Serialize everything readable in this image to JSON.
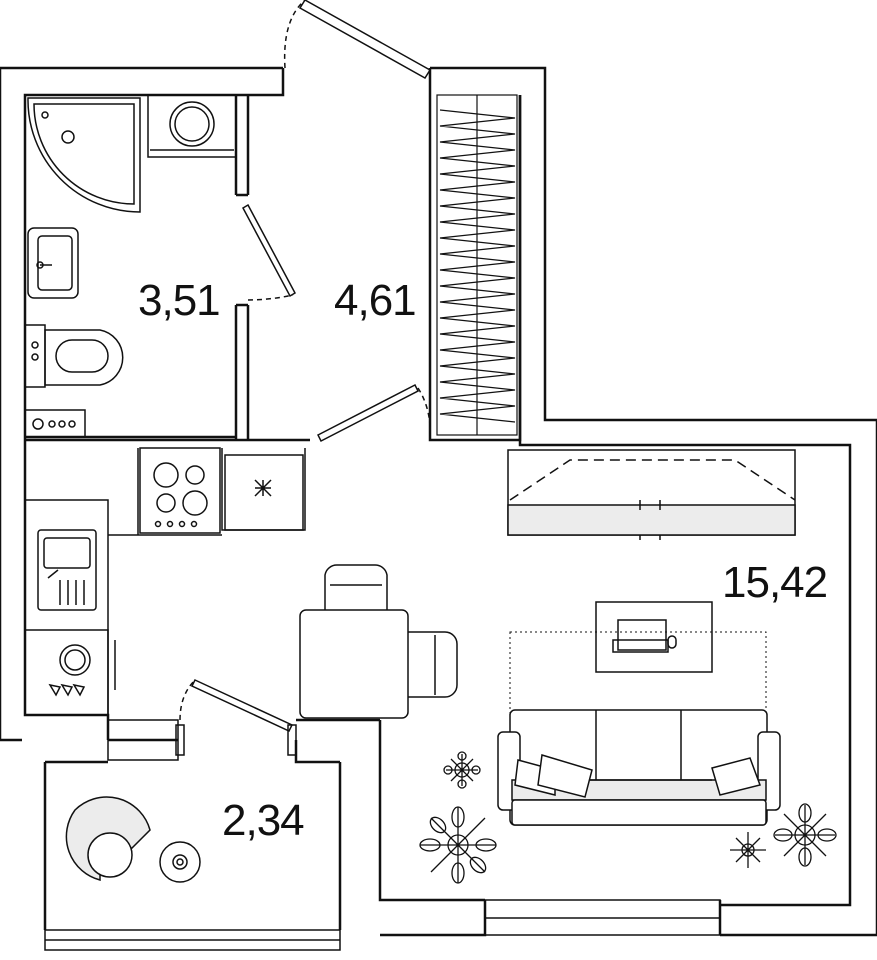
{
  "rooms": {
    "bathroom_area": "3,51",
    "hallway_area": "4,61",
    "living_area": "15,42",
    "balcony_area": "2,34"
  },
  "colors": {
    "line": "#111111",
    "fill_light": "#ececec",
    "background": "#ffffff"
  }
}
